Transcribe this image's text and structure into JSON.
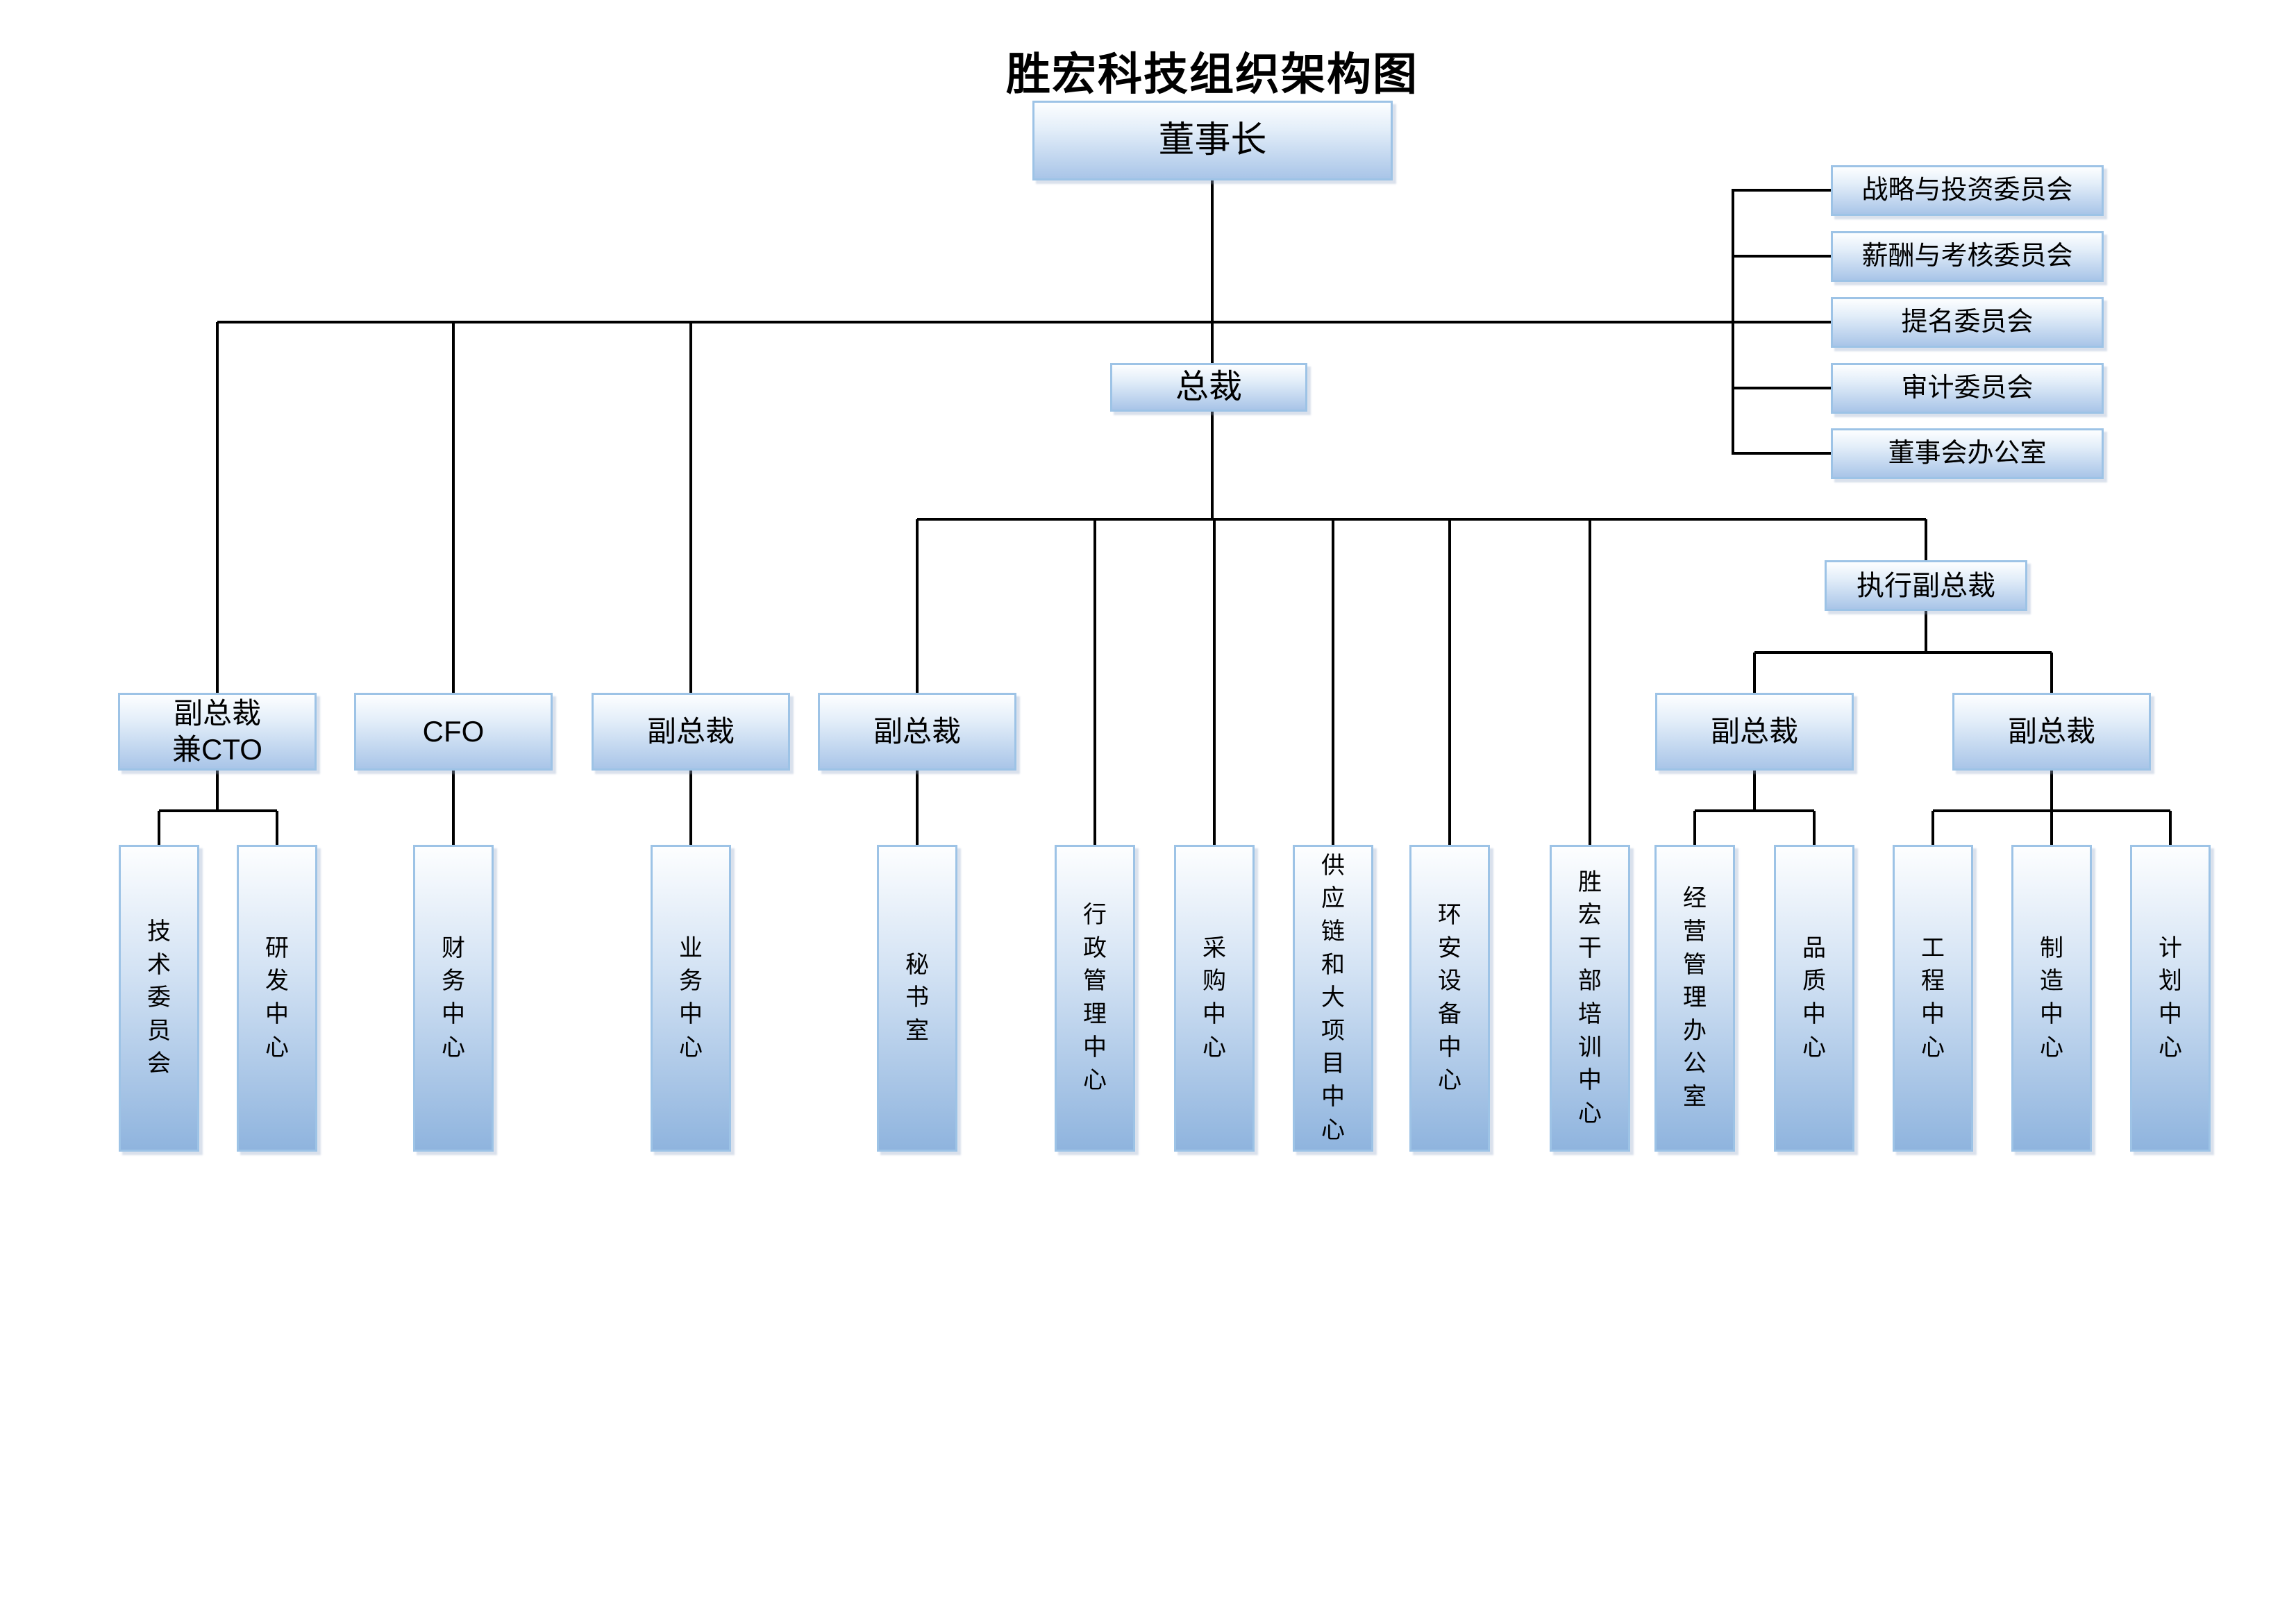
{
  "title": "胜宏科技组织架构图",
  "chairman": {
    "label": "董事长"
  },
  "president": {
    "label": "总裁"
  },
  "executive_vp": {
    "label": "执行副总裁"
  },
  "committees": [
    {
      "label": "战略与投资委员会"
    },
    {
      "label": "薪酬与考核委员会"
    },
    {
      "label": "提名委员会"
    },
    {
      "label": "审计委员会"
    },
    {
      "label": "董事会办公室"
    }
  ],
  "executives": [
    {
      "label": "副总裁\n兼CTO"
    },
    {
      "label": "CFO"
    },
    {
      "label": "副总裁"
    },
    {
      "label": "副总裁"
    },
    {
      "label": "副总裁"
    },
    {
      "label": "副总裁"
    }
  ],
  "departments": [
    {
      "label": "技术委员会"
    },
    {
      "label": "研发中心"
    },
    {
      "label": "财务中心"
    },
    {
      "label": "业务中心"
    },
    {
      "label": "秘书室"
    },
    {
      "label": "行政管理中心"
    },
    {
      "label": "采购中心"
    },
    {
      "label": "供应链和大项目中心"
    },
    {
      "label": "环安设备中心"
    },
    {
      "label": "胜宏干部培训中心"
    },
    {
      "label": "经营管理办公室"
    },
    {
      "label": "品质中心"
    },
    {
      "label": "工程中心"
    },
    {
      "label": "制造中心"
    },
    {
      "label": "计划中心"
    }
  ],
  "colors": {
    "box_border": "#9dc3e6",
    "box_fill_top": "#fdfeff",
    "box_fill_bottom": "#a9c5e8",
    "tall_fill_bottom": "#8fb4de",
    "connector": "#000000",
    "title_text": "#000000"
  }
}
